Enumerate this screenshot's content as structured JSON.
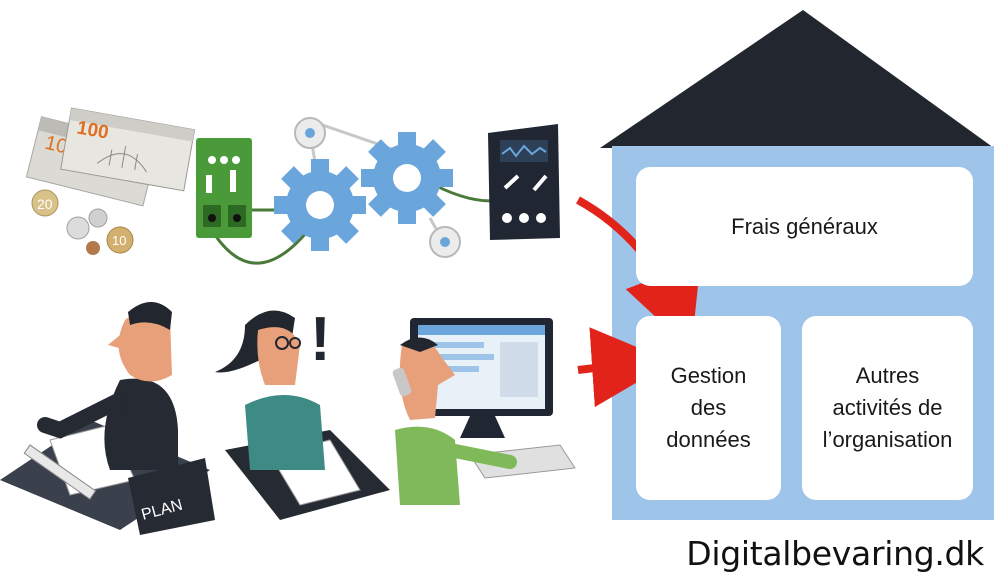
{
  "colors": {
    "house_wall": "#9ec4ea",
    "house_roof": "#22262e",
    "arrow": "#e2231a",
    "gear": "#6aa6dc",
    "circuit_green": "#4a9a3a",
    "machine_dark": "#202733",
    "money": "#e8e6e0",
    "shirt_green": "#7fb95a",
    "jacket_teal": "#3e8a85",
    "suit_dark": "#262b33"
  },
  "banknotes": {
    "denomination": "100",
    "back_denomination": "10"
  },
  "coins": [
    {
      "label": "20"
    },
    {
      "label": "10"
    }
  ],
  "plan_folder": {
    "label": "PLAN"
  },
  "exclamation": "!",
  "boxes": {
    "overhead": "Frais généraux",
    "data_management": "Gestion\ndes\ndonnées",
    "other_activities": "Autres\nactivités de\nl’organisation"
  },
  "brand": "Digitalbevaring.dk"
}
